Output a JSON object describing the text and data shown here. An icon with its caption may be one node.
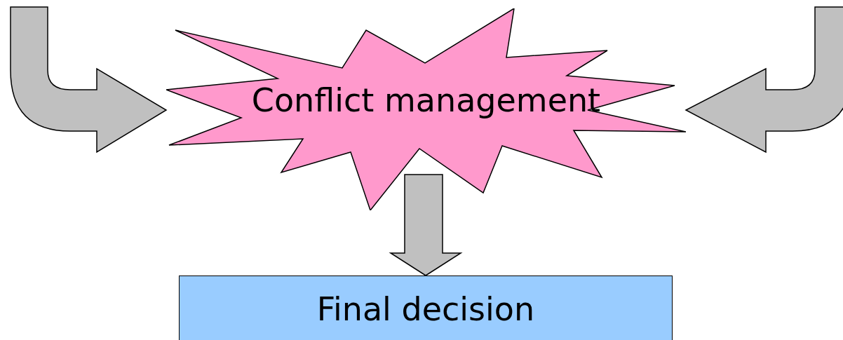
{
  "diagram": {
    "nodes": [
      {
        "text": [
          "Conflict management"
        ]
      },
      {
        "text": [
          "Final decision"
        ]
      }
    ],
    "edges": [
      {
        "from": null,
        "to": 0,
        "arrow": "to"
      },
      {
        "from": null,
        "to": 0,
        "arrow": "to"
      },
      {
        "from": 0,
        "to": 1,
        "arrow": "to"
      }
    ]
  }
}
